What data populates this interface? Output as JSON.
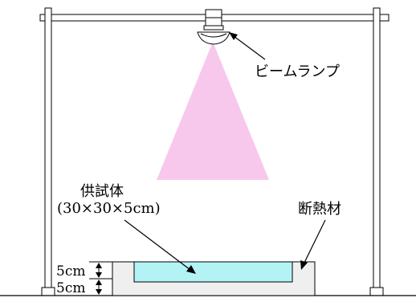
{
  "labels": {
    "lamp": "ビームランプ",
    "specimen_line1": "供試体",
    "specimen_line2": "(30×30×5cm)",
    "insulation": "断熱材",
    "dim_upper": "5cm",
    "dim_lower": "5cm"
  },
  "colors": {
    "beam": "#f7c8ec",
    "specimen_fill": "#b4f3f5",
    "insulation_fill": "#efefef",
    "stroke": "#000000"
  }
}
